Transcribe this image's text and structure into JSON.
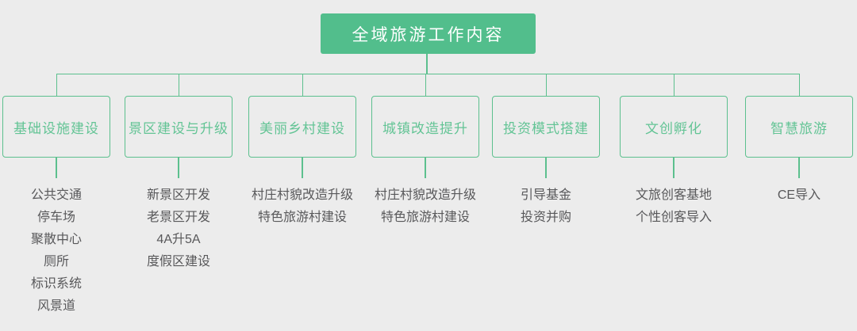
{
  "colors": {
    "background": "#ececec",
    "node_fill": "#52be8c",
    "connector_line": "#5cc08e",
    "branch_text": "#63c495",
    "root_text": "#ffffff",
    "item_text": "#58585a"
  },
  "root": {
    "label": "全域旅游工作内容"
  },
  "branches": [
    {
      "label": "基础设施建设",
      "items": [
        "公共交通",
        "停车场",
        "聚散中心",
        "厕所",
        "标识系统",
        "风景道"
      ]
    },
    {
      "label": "景区建设与升级",
      "items": [
        "新景区开发",
        "老景区开发",
        "4A升5A",
        "度假区建设"
      ]
    },
    {
      "label": "美丽乡村建设",
      "items": [
        "村庄村貌改造升级",
        "特色旅游村建设"
      ]
    },
    {
      "label": "城镇改造提升",
      "items": [
        "村庄村貌改造升级",
        "特色旅游村建设"
      ]
    },
    {
      "label": "投资模式搭建",
      "items": [
        "引导基金",
        "投资并购"
      ]
    },
    {
      "label": "文创孵化",
      "items": [
        "文旅创客基地",
        "个性创客导入"
      ]
    },
    {
      "label": "智慧旅游",
      "items": [
        "CE导入"
      ]
    }
  ]
}
